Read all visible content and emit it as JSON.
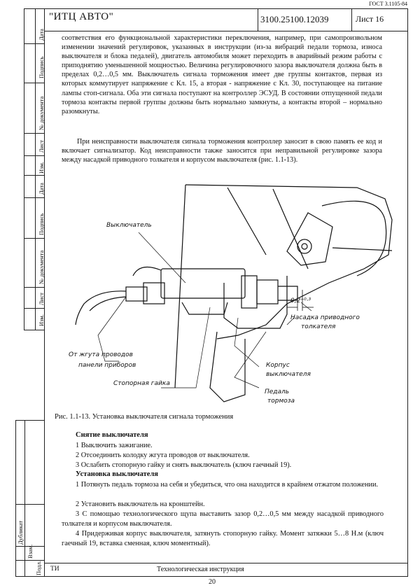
{
  "header": {
    "gost": "ГОСТ 3.1105-84",
    "company": "\"ИТЦ АВТО\"",
    "doc_number": "3100.25100.12039",
    "sheet_label": "Лист 16"
  },
  "side_labels": {
    "data1": "Дата",
    "podpis1": "Подпись",
    "ndoc1": "№ документа",
    "list1": "Лист",
    "izm1": "Изм.",
    "data2": "Дата",
    "podpis2": "Подпись",
    "ndoc2": "№ документа",
    "list2": "Лист",
    "izm2": "Изм.",
    "dublikat": "Дубликат",
    "vzam": "Взам.",
    "podl": "Подл."
  },
  "body": {
    "para1": "соответствия его функциональной характеристики переключения, например, при самопроизвольном изменении значений регулировок, указанных в инструкции (из-за вибраций педали тормоза, износа выключателя и блока педалей), двигатель автомобиля может переходить в аварийный режим работы с приподнятию уменьшенной мощностью. Величина регулировочного зазора выключателя должна быть в пределах 0,2…0,5 мм. Выключатель сигнала торможения имеет две группы контактов, первая из которых коммутирует напряжение с Кл. 15, а вторая - напряжение с Кл. 30, поступающее на питание лампы стоп-сигнала. Оба эти сигнала поступают на контроллер ЭСУД. В состоянии отпущенной педали тормоза контакты первой группы должны быть нормально замкнуты, а контакты второй – нормально разомкнуты.",
    "para2": "При неисправности выключателя сигнала торможения контроллер заносит в свою память ее код и включает сигнализатор. Код неисправности также заносится при неправильной регулировке зазора между насадкой приводного толкателя и корпусом выключателя (рис. 1.1-13)."
  },
  "figure": {
    "label_switch": "Выключатель",
    "label_harness_1": "От жгута проводов",
    "label_harness_2": "панели приборов",
    "label_nut": "Стопорная гайка",
    "label_gap": "0,2⁺⁰·³",
    "label_tip_1": "Насадка приводного",
    "label_tip_2": "толкателя",
    "label_body_1": "Корпус",
    "label_body_2": "выключателя",
    "label_pedal_1": "Педаль",
    "label_pedal_2": "тормоза",
    "caption": "Рис. 1.1-13. Установка выключателя сигнала торможения"
  },
  "removal": {
    "title": "Снятие выключателя",
    "steps": [
      "1 Выключить зажигание.",
      "2 Отсоединить колодку жгута проводов от выключателя.",
      "3 Ослабить стопорную гайку и снять выключатель (ключ гаечный 19)."
    ]
  },
  "install": {
    "title": "Установка выключателя",
    "step1": "1 Потянуть педаль тормоза на себя и убедиться, что она находится в крайнем отжатом положении.",
    "step2": "2 Установить выключатель на кронштейн.",
    "step3": "3 С помощью технологического щупа выставить зазор 0,2…0,5 мм между насадкой приводного толкателя и корпусом выключателя.",
    "step4": "4 Придерживая корпус выключателя, затянуть стопорную гайку. Момент затяжки 5…8 Н.м (ключ гаечный 19, вставка сменная, ключ моментный)."
  },
  "footer": {
    "ti": "ТИ",
    "title": "Технологическая инструкция",
    "page": "20"
  }
}
